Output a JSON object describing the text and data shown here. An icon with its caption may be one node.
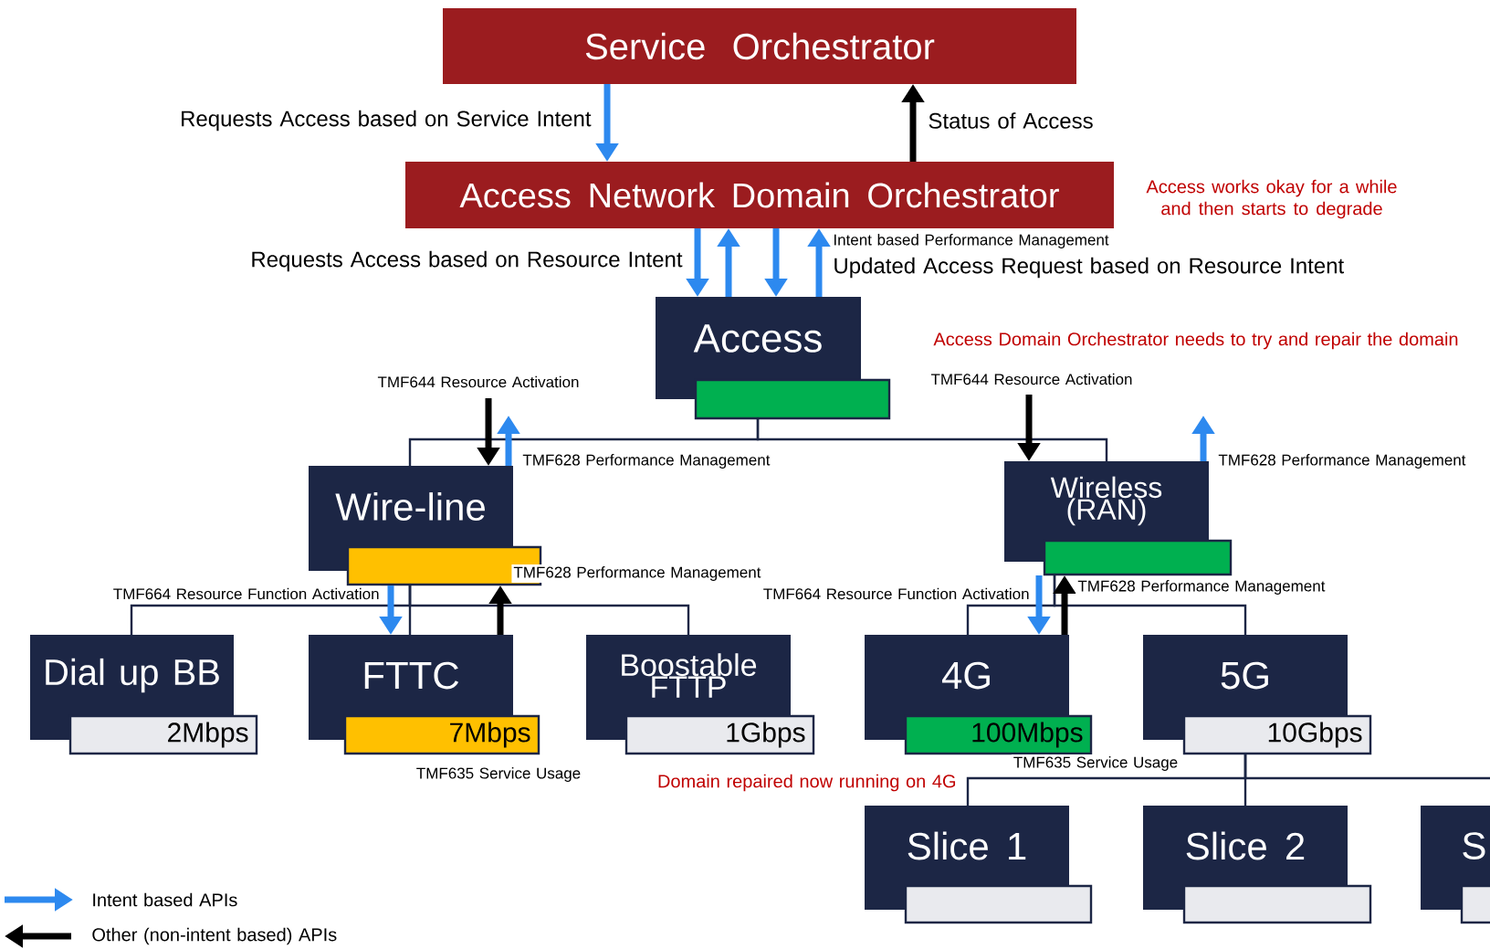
{
  "diagram": {
    "nodes": [
      {
        "text": [
          "Service Orchestrator"
        ]
      },
      {
        "text": [
          "Access Network Domain Orchestrator"
        ]
      },
      {
        "text": [
          "Access"
        ]
      },
      {
        "text": [
          "Wire-line"
        ]
      },
      {
        "text": [
          "Wireless (RAN)"
        ]
      },
      {
        "text": [
          "Dial up BB",
          "2Mbps"
        ]
      },
      {
        "text": [
          "FTTC",
          "7Mbps"
        ]
      },
      {
        "text": [
          "Boostable FTTP",
          "1Gbps"
        ]
      },
      {
        "text": [
          "4G",
          "100Mbps"
        ]
      },
      {
        "text": [
          "5G",
          "10Gbps"
        ]
      },
      {
        "text": [
          "Slice 1"
        ]
      },
      {
        "text": [
          "Slice 2"
        ]
      },
      {
        "text": [
          "S"
        ]
      }
    ],
    "edges": [
      {
        "from": 0,
        "to": 1,
        "arrow": "to",
        "color": "#2d89ef",
        "label": "Requests Access based on Service Intent"
      },
      {
        "from": 1,
        "to": 0,
        "arrow": "to",
        "color": "#000000",
        "label": "Status of Access"
      },
      {
        "from": 1,
        "to": 2,
        "arrow": "to",
        "color": "#2d89ef",
        "label": "Requests Access based on Resource Intent"
      },
      {
        "from": 2,
        "to": 1,
        "arrow": "to",
        "color": "#2d89ef"
      },
      {
        "from": 1,
        "to": 2,
        "arrow": "to",
        "color": "#2d89ef"
      },
      {
        "from": 2,
        "to": 1,
        "arrow": "to",
        "color": "#2d89ef"
      },
      {
        "from": 2,
        "to": 3,
        "arrow": "none"
      },
      {
        "from": 2,
        "to": 4,
        "arrow": "none"
      },
      {
        "from": null,
        "to": 3,
        "arrow": "to",
        "color": "#000000",
        "label": "TMF644 Resource Activation"
      },
      {
        "from": 3,
        "to": null,
        "arrow": "to",
        "color": "#2d89ef",
        "label": "TMF628 Performance Management"
      },
      {
        "from": null,
        "to": 4,
        "arrow": "to",
        "color": "#000000",
        "label": "TMF644 Resource Activation"
      },
      {
        "from": 4,
        "to": null,
        "arrow": "to",
        "color": "#2d89ef",
        "label": "TMF628 Performance Management"
      },
      {
        "from": 3,
        "to": 5,
        "arrow": "none"
      },
      {
        "from": 3,
        "to": 6,
        "arrow": "none"
      },
      {
        "from": 3,
        "to": 7,
        "arrow": "none"
      },
      {
        "from": 3,
        "to": 6,
        "arrow": "to",
        "color": "#2d89ef",
        "label": "TMF664 Resource Function Activation"
      },
      {
        "from": 6,
        "to": 3,
        "arrow": "to",
        "color": "#000000",
        "label": "TMF628 Performance Management"
      },
      {
        "from": 4,
        "to": 8,
        "arrow": "none"
      },
      {
        "from": 4,
        "to": 9,
        "arrow": "none"
      },
      {
        "from": 4,
        "to": 8,
        "arrow": "to",
        "color": "#2d89ef",
        "label": "TMF664 Resource Function Activation"
      },
      {
        "from": 8,
        "to": 4,
        "arrow": "to",
        "color": "#000000",
        "label": "TMF628 Performance Management"
      },
      {
        "from": 9,
        "to": 10,
        "arrow": "none"
      },
      {
        "from": 9,
        "to": 11,
        "arrow": "none"
      },
      {
        "from": 9,
        "to": 12,
        "arrow": "none"
      }
    ],
    "labels": [
      "Access works okay for a while and then starts to degrade",
      "Intent based Performance Management",
      "Updated Access Request based on Resource Intent",
      "Access Domain Orchestrator needs to try and repair the domain",
      "TMF635 Service Usage",
      "Domain repaired now running on 4G",
      "TMF635 Service Usage"
    ],
    "legend": [
      {
        "text": "Intent based APIs"
      },
      {
        "text": "Other (non-intent based) APIs"
      }
    ]
  }
}
